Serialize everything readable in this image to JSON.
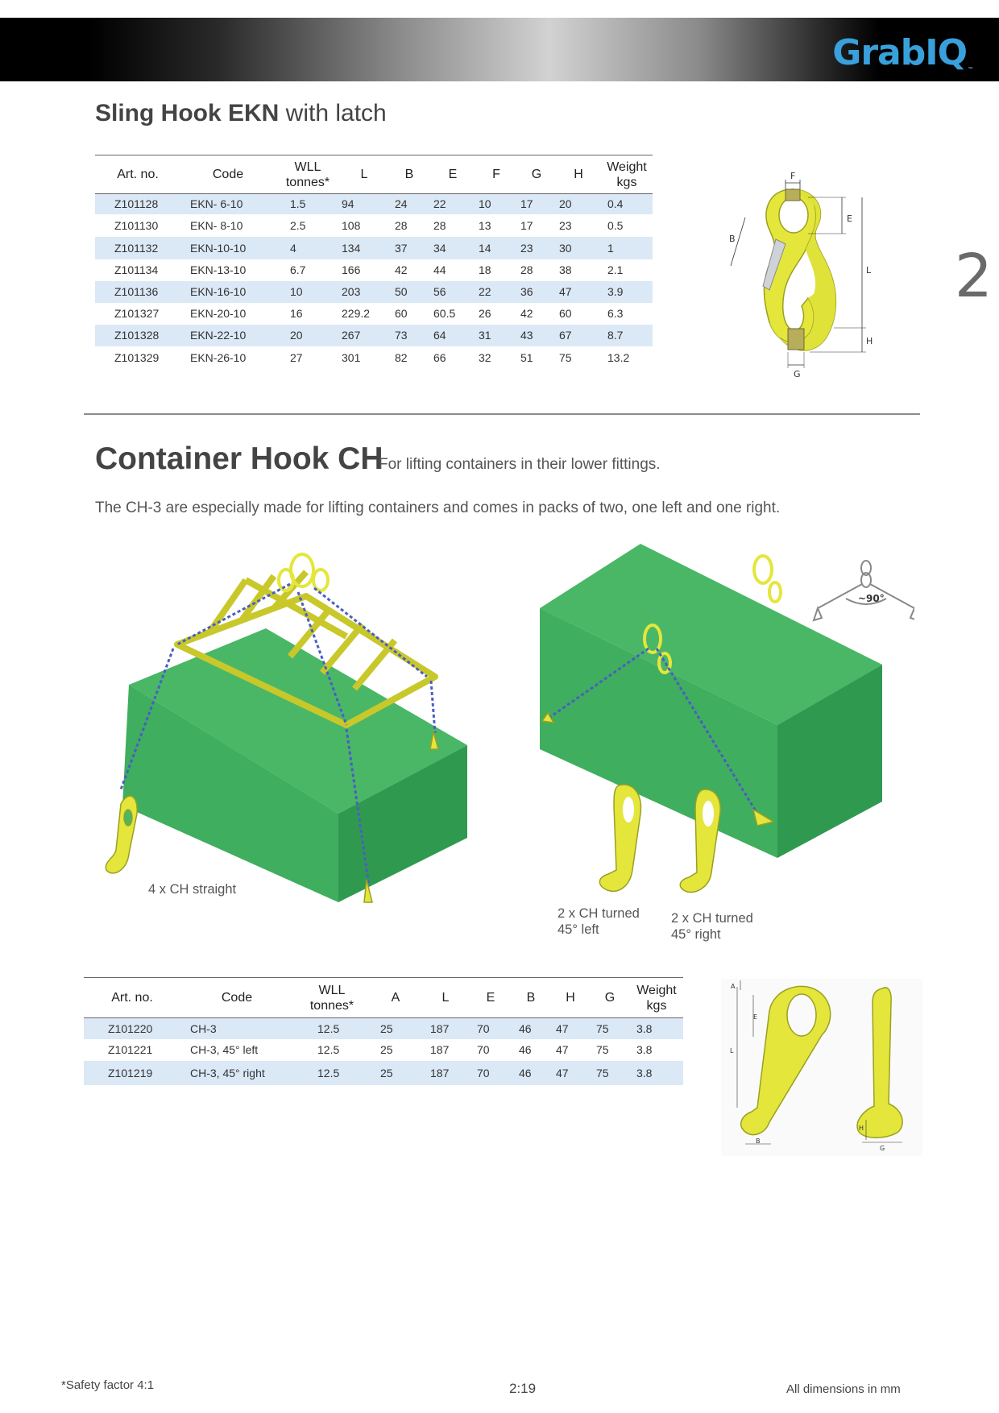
{
  "brand": {
    "logo_text": "GrabIQ",
    "logo_tm": "™",
    "accent_color": "#3aa0dc"
  },
  "section1": {
    "title_bold": "Sling Hook EKN",
    "title_rest": " with latch",
    "table": {
      "headers": [
        {
          "line1": "Art. no.",
          "line2": ""
        },
        {
          "line1": "Code",
          "line2": ""
        },
        {
          "line1": "WLL",
          "line2": "tonnes*"
        },
        {
          "line1": "L",
          "line2": ""
        },
        {
          "line1": "B",
          "line2": ""
        },
        {
          "line1": "E",
          "line2": ""
        },
        {
          "line1": "F",
          "line2": ""
        },
        {
          "line1": "G",
          "line2": ""
        },
        {
          "line1": "H",
          "line2": ""
        },
        {
          "line1": "Weight",
          "line2": "kgs"
        }
      ],
      "rows": [
        [
          "Z101128",
          "EKN- 6-10",
          "1.5",
          "94",
          "24",
          "22",
          "10",
          "17",
          "20",
          "0.4"
        ],
        [
          "Z101130",
          "EKN- 8-10",
          "2.5",
          "108",
          "28",
          "28",
          "13",
          "17",
          "23",
          "0.5"
        ],
        [
          "Z101132",
          "EKN-10-10",
          "4",
          "134",
          "37",
          "34",
          "14",
          "23",
          "30",
          "1"
        ],
        [
          "Z101134",
          "EKN-13-10",
          "6.7",
          "166",
          "42",
          "44",
          "18",
          "28",
          "38",
          "2.1"
        ],
        [
          "Z101136",
          "EKN-16-10",
          "10",
          "203",
          "50",
          "56",
          "22",
          "36",
          "47",
          "3.9"
        ],
        [
          "Z101327",
          "EKN-20-10",
          "16",
          "229.2",
          "60",
          "60.5",
          "26",
          "42",
          "60",
          "6.3"
        ],
        [
          "Z101328",
          "EKN-22-10",
          "20",
          "267",
          "73",
          "64",
          "31",
          "43",
          "67",
          "8.7"
        ],
        [
          "Z101329",
          "EKN-26-10",
          "27",
          "301",
          "82",
          "66",
          "32",
          "51",
          "75",
          "13.2"
        ]
      ]
    },
    "diagram_labels": {
      "f": "F",
      "e": "E",
      "b": "B",
      "l": "L",
      "h": "H",
      "g": "G"
    }
  },
  "chapter_number": "2",
  "section2": {
    "title": "Container Hook CH",
    "subtitle": "For lifting containers in their lower fittings.",
    "intro": "The CH-3 are especially made for lifting containers and comes in packs of two, one left and one right.",
    "angle_label": "~90°",
    "captions": {
      "straight": "4 x CH straight",
      "left_l1": "2 x CH turned",
      "left_l2": "45° left",
      "right_l1": "2 x CH turned",
      "right_l2": "45° right"
    },
    "table": {
      "headers": [
        {
          "line1": "Art. no.",
          "line2": ""
        },
        {
          "line1": "Code",
          "line2": ""
        },
        {
          "line1": "WLL",
          "line2": "tonnes*"
        },
        {
          "line1": "A",
          "line2": ""
        },
        {
          "line1": "L",
          "line2": ""
        },
        {
          "line1": "E",
          "line2": ""
        },
        {
          "line1": "B",
          "line2": ""
        },
        {
          "line1": "H",
          "line2": ""
        },
        {
          "line1": "G",
          "line2": ""
        },
        {
          "line1": "Weight",
          "line2": "kgs"
        }
      ],
      "rows": [
        [
          "Z101220",
          "CH-3",
          "12.5",
          "25",
          "187",
          "70",
          "46",
          "47",
          "75",
          "3.8"
        ],
        [
          "Z101221",
          "CH-3, 45° left",
          "12.5",
          "25",
          "187",
          "70",
          "46",
          "47",
          "75",
          "3.8"
        ],
        [
          "Z101219",
          "CH-3, 45° right",
          "12.5",
          "25",
          "187",
          "70",
          "46",
          "47",
          "75",
          "3.8"
        ]
      ]
    },
    "diagram_labels": {
      "a": "A",
      "e": "E",
      "l": "L",
      "b": "B",
      "h": "H",
      "g": "G"
    }
  },
  "footer": {
    "safety": "*Safety factor  4:1",
    "page": "2:19",
    "dims": "All dimensions in mm"
  },
  "colors": {
    "hook_yellow": "#e4e63c",
    "container_green": "#3fae5e",
    "chain_blue": "#4a5fc1",
    "row_highlight": "#dbe8f6"
  }
}
